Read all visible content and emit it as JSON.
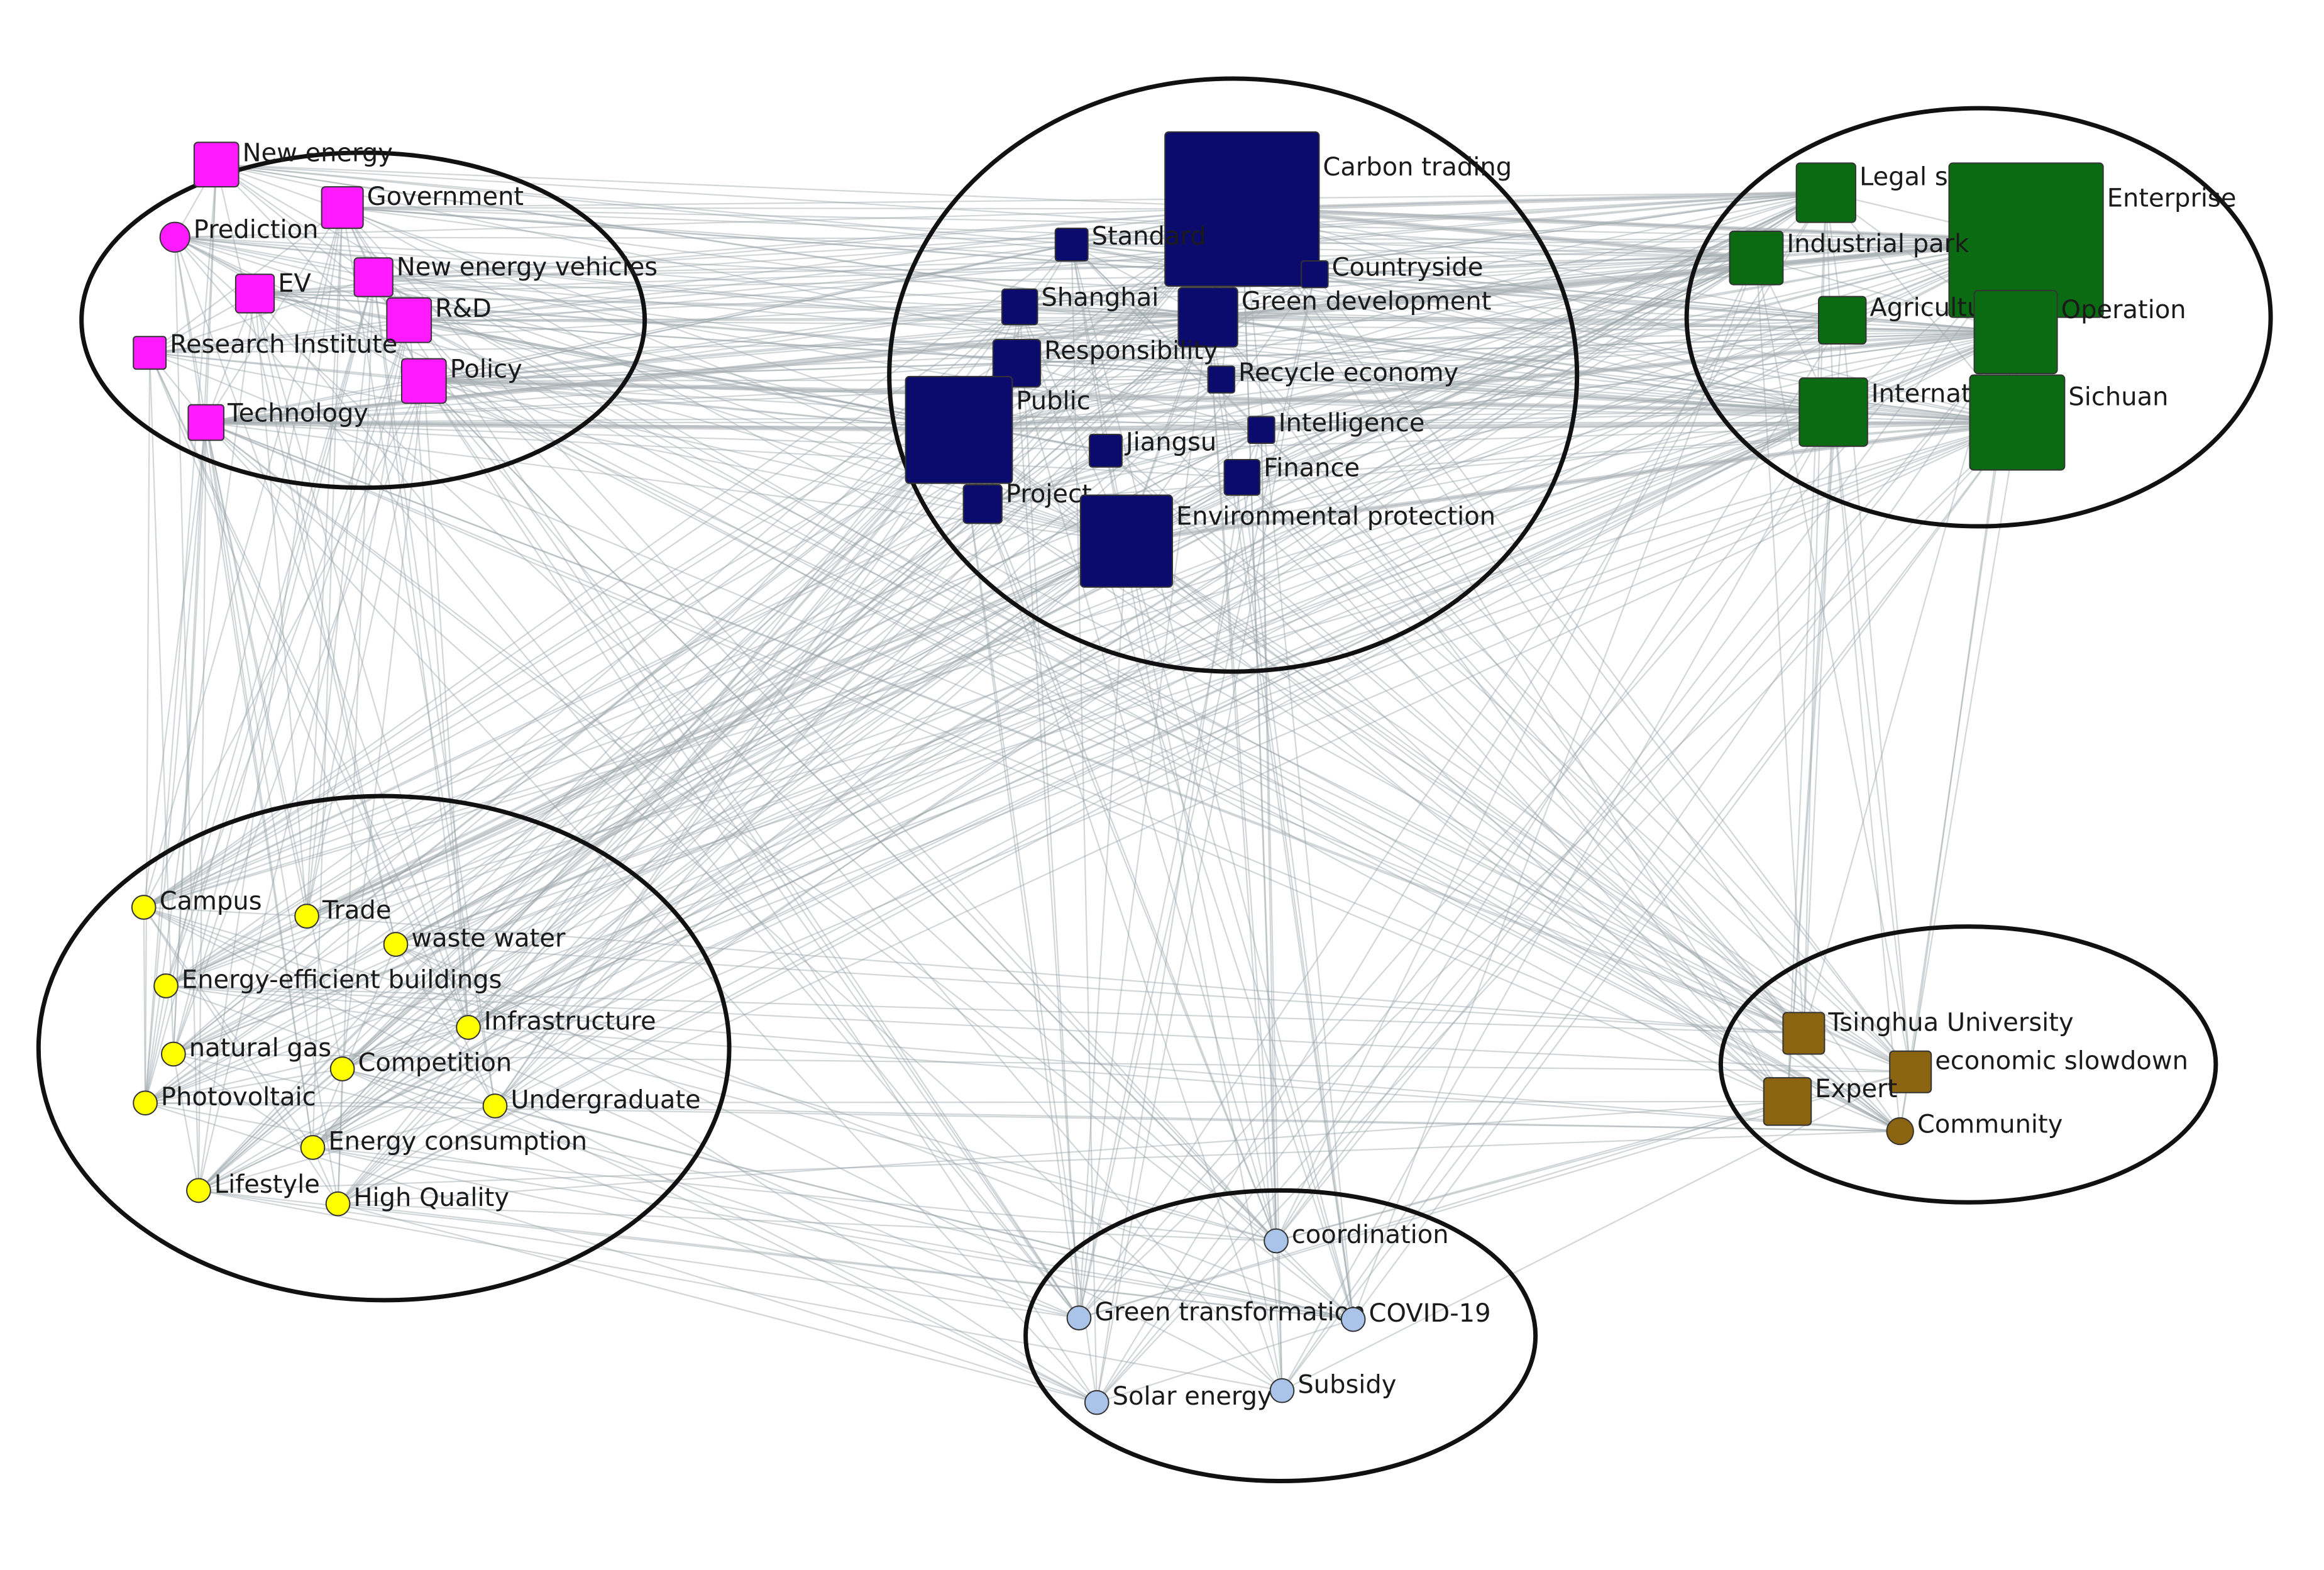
{
  "colors": {
    "magenta": "#ff1aff",
    "navy": "#0b0b6e",
    "green": "#0b6b12",
    "yellow": "#ffff00",
    "olive": "#8a6410",
    "lightblue": "#a9c4e8"
  },
  "clusters": [
    {
      "id": "c1",
      "name": "pink-cluster"
    },
    {
      "id": "c2",
      "name": "navy-cluster"
    },
    {
      "id": "c3",
      "name": "green-cluster"
    },
    {
      "id": "c4",
      "name": "yellow-cluster"
    },
    {
      "id": "c5",
      "name": "olive-cluster"
    },
    {
      "id": "c6",
      "name": "lightblue-cluster"
    }
  ],
  "nodes": [
    {
      "id": "new-energy",
      "label": "New energy",
      "color": "magenta"
    },
    {
      "id": "government",
      "label": "Government",
      "color": "magenta"
    },
    {
      "id": "prediction",
      "label": "Prediction",
      "color": "magenta"
    },
    {
      "id": "new-energy-vehicles",
      "label": "New energy vehicles",
      "color": "magenta"
    },
    {
      "id": "ev",
      "label": "EV",
      "color": "magenta"
    },
    {
      "id": "rd",
      "label": "R&D",
      "color": "magenta"
    },
    {
      "id": "research-institute",
      "label": "Research Institute",
      "color": "magenta"
    },
    {
      "id": "policy",
      "label": "Policy",
      "color": "magenta"
    },
    {
      "id": "technology",
      "label": "Technology",
      "color": "magenta"
    },
    {
      "id": "carbon-trading",
      "label": "Carbon trading",
      "color": "navy"
    },
    {
      "id": "standard",
      "label": "Standard",
      "color": "navy"
    },
    {
      "id": "countryside",
      "label": "Countryside",
      "color": "navy"
    },
    {
      "id": "shanghai",
      "label": "Shanghai",
      "color": "navy"
    },
    {
      "id": "green-development",
      "label": "Green development",
      "color": "navy"
    },
    {
      "id": "responsibility",
      "label": "Responsibility",
      "color": "navy"
    },
    {
      "id": "recycle-economy",
      "label": "Recycle economy",
      "color": "navy"
    },
    {
      "id": "public",
      "label": "Public",
      "color": "navy"
    },
    {
      "id": "intelligence",
      "label": "Intelligence",
      "color": "navy"
    },
    {
      "id": "jiangsu",
      "label": "Jiangsu",
      "color": "navy"
    },
    {
      "id": "finance",
      "label": "Finance",
      "color": "navy"
    },
    {
      "id": "project",
      "label": "Project",
      "color": "navy"
    },
    {
      "id": "environmental-protection",
      "label": "Environmental protection",
      "color": "navy"
    },
    {
      "id": "legal-system",
      "label": "Legal system",
      "color": "green"
    },
    {
      "id": "enterprise",
      "label": "Enterprise",
      "color": "green"
    },
    {
      "id": "industrial-park",
      "label": "Industrial park",
      "color": "green"
    },
    {
      "id": "agriculture",
      "label": "Agriculture",
      "color": "green"
    },
    {
      "id": "operation",
      "label": "Operation",
      "color": "green"
    },
    {
      "id": "international",
      "label": "International",
      "color": "green"
    },
    {
      "id": "sichuan",
      "label": "Sichuan",
      "color": "green"
    },
    {
      "id": "campus",
      "label": "Campus",
      "color": "yellow"
    },
    {
      "id": "trade",
      "label": "Trade",
      "color": "yellow"
    },
    {
      "id": "waste-water",
      "label": "waste water",
      "color": "yellow"
    },
    {
      "id": "energy-efficient-buildings",
      "label": "Energy-efficient buildings",
      "color": "yellow"
    },
    {
      "id": "infrastructure",
      "label": "Infrastructure",
      "color": "yellow"
    },
    {
      "id": "natural-gas",
      "label": "natural gas",
      "color": "yellow"
    },
    {
      "id": "competition",
      "label": "Competition",
      "color": "yellow"
    },
    {
      "id": "photovoltaic",
      "label": "Photovoltaic",
      "color": "yellow"
    },
    {
      "id": "undergraduate",
      "label": "Undergraduate",
      "color": "yellow"
    },
    {
      "id": "energy-consumption",
      "label": "Energy consumption",
      "color": "yellow"
    },
    {
      "id": "lifestyle",
      "label": "Lifestyle",
      "color": "yellow"
    },
    {
      "id": "high-quality",
      "label": "High Quality",
      "color": "yellow"
    },
    {
      "id": "tsinghua-university",
      "label": "Tsinghua University",
      "color": "olive"
    },
    {
      "id": "economic-slowdown",
      "label": "economic slowdown",
      "color": "olive"
    },
    {
      "id": "expert",
      "label": "Expert",
      "color": "olive"
    },
    {
      "id": "community",
      "label": "Community",
      "color": "olive"
    },
    {
      "id": "coordination",
      "label": "coordination",
      "color": "lightblue"
    },
    {
      "id": "green-transformation",
      "label": "Green transformation",
      "color": "lightblue"
    },
    {
      "id": "covid-19",
      "label": "COVID-19",
      "color": "lightblue"
    },
    {
      "id": "solar-energy",
      "label": "Solar energy",
      "color": "lightblue"
    },
    {
      "id": "subsidy",
      "label": "Subsidy",
      "color": "lightblue"
    }
  ]
}
